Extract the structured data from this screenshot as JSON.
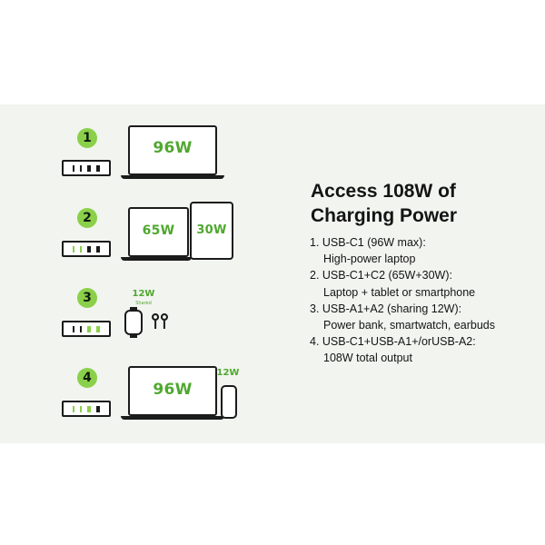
{
  "scenarios": [
    {
      "number": "1",
      "laptop_watts": "96W"
    },
    {
      "number": "2",
      "laptop_watts": "65W",
      "tablet_watts": "30W"
    },
    {
      "number": "3",
      "shared_watts": "12W",
      "shared_label": "Shared"
    },
    {
      "number": "4",
      "laptop_watts": "96W",
      "phone_watts": "12W"
    }
  ],
  "headline": {
    "line1": "Access 108W of",
    "line2": "Charging Power"
  },
  "list": [
    {
      "line1": "1. USB-C1 (96W max):",
      "line2": "High-power laptop"
    },
    {
      "line1": "2. USB-C1+C2 (65W+30W):",
      "line2": "Laptop + tablet or smartphone"
    },
    {
      "line1": "3. USB-A1+A2 (sharing 12W):",
      "line2": "Power bank, smartwatch, earbuds"
    },
    {
      "line1": "4. USB-C1+USB-A1+/orUSB-A2:",
      "line2": "108W total output"
    }
  ],
  "colors": {
    "accent": "#8bd04a",
    "watt_text": "#4fa82f",
    "panel_bg": "#f2f4ef",
    "ink": "#1b1b1b"
  },
  "icons": [
    "laptop-icon",
    "tablet-icon",
    "smartwatch-icon",
    "earbuds-icon",
    "smartphone-icon",
    "charger-hub-icon"
  ]
}
